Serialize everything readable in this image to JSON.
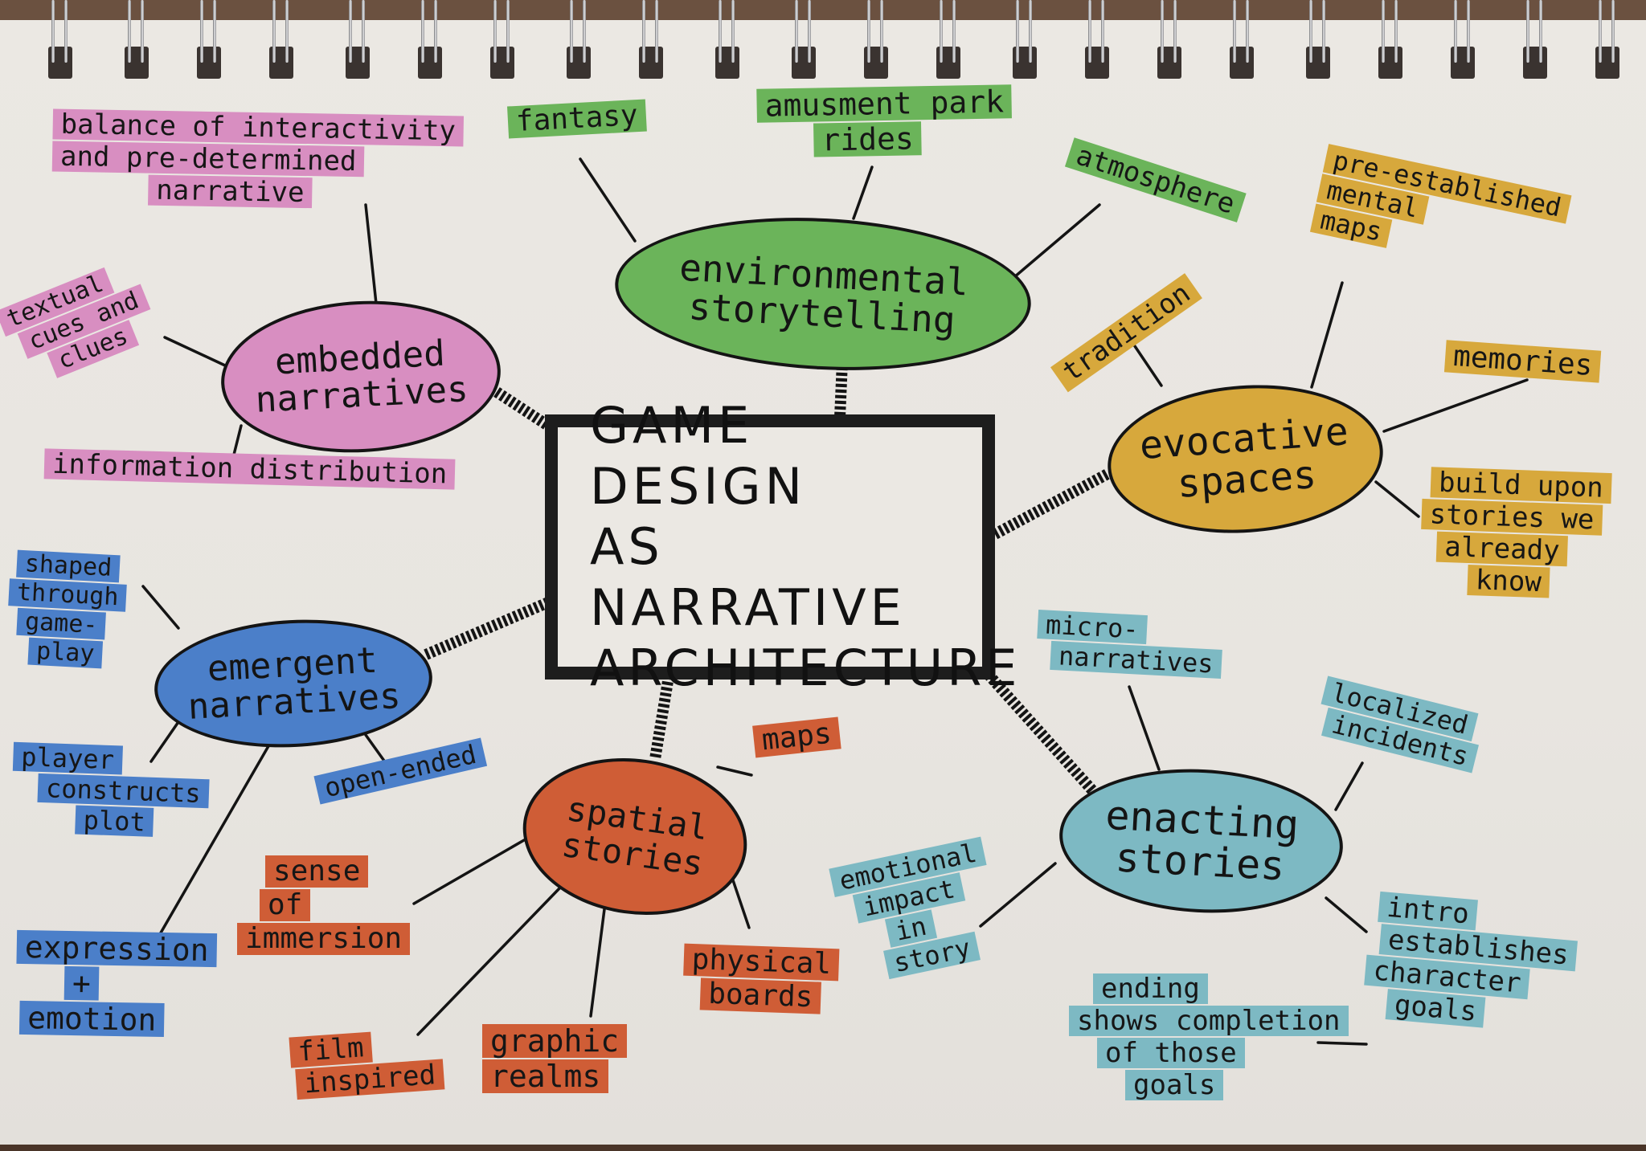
{
  "title": [
    "GAME DESIGN",
    "AS NARRATIVE",
    "ARCHITECTURE"
  ],
  "colors": {
    "paper": "#e9e6e1",
    "ink": "#141414",
    "pink": "#d88ec1",
    "green": "#6bb45a",
    "yellow": "#d7a83c",
    "blue": "#4b7fc9",
    "orange": "#cf5d36",
    "teal": "#7db9c3"
  },
  "branches": {
    "embedded": {
      "label": [
        "embedded",
        "narratives"
      ],
      "color": "pink",
      "notes": {
        "balance": [
          "balance of interactivity",
          "and pre-determined",
          "narrative"
        ],
        "textual": [
          "textual",
          "cues and",
          "clues"
        ],
        "information": [
          "information distribution"
        ]
      }
    },
    "environmental": {
      "label": [
        "environmental",
        "storytelling"
      ],
      "color": "green",
      "notes": {
        "fantasy": [
          "fantasy"
        ],
        "amusement": [
          "amusment park",
          "rides"
        ],
        "atmosphere": [
          "atmosphere"
        ]
      }
    },
    "evocative": {
      "label": [
        "evocative",
        "spaces"
      ],
      "color": "yellow",
      "notes": {
        "mental_maps": [
          "pre-established",
          "mental",
          "maps"
        ],
        "tradition": [
          "tradition"
        ],
        "memories": [
          "memories"
        ],
        "build_upon": [
          "build upon",
          "stories we",
          "already",
          "know"
        ]
      }
    },
    "emergent": {
      "label": [
        "emergent",
        "narratives"
      ],
      "color": "blue",
      "notes": {
        "shaped": [
          "shaped",
          "through",
          "game-",
          "play"
        ],
        "player": [
          "player",
          "constructs",
          "plot"
        ],
        "open": [
          "open-ended"
        ],
        "expression": [
          "expression",
          "+",
          "emotion"
        ]
      }
    },
    "spatial": {
      "label": [
        "spatial",
        "stories"
      ],
      "color": "orange",
      "notes": {
        "maps": [
          "maps"
        ],
        "sense": [
          "sense",
          "of",
          "immersion"
        ],
        "physical": [
          "physical",
          "boards"
        ],
        "film": [
          "film",
          "inspired"
        ],
        "graphic": [
          "graphic",
          "realms"
        ]
      }
    },
    "enacting": {
      "label": [
        "enacting",
        "stories"
      ],
      "color": "teal",
      "notes": {
        "micro": [
          "micro-",
          "narratives"
        ],
        "localized": [
          "localized",
          "incidents"
        ],
        "emotional": [
          "emotional",
          "impact",
          "in",
          "story"
        ],
        "intro": [
          "intro",
          "establishes",
          "character",
          "goals"
        ],
        "ending": [
          "ending",
          "shows completion",
          "of those",
          "goals"
        ]
      }
    }
  }
}
